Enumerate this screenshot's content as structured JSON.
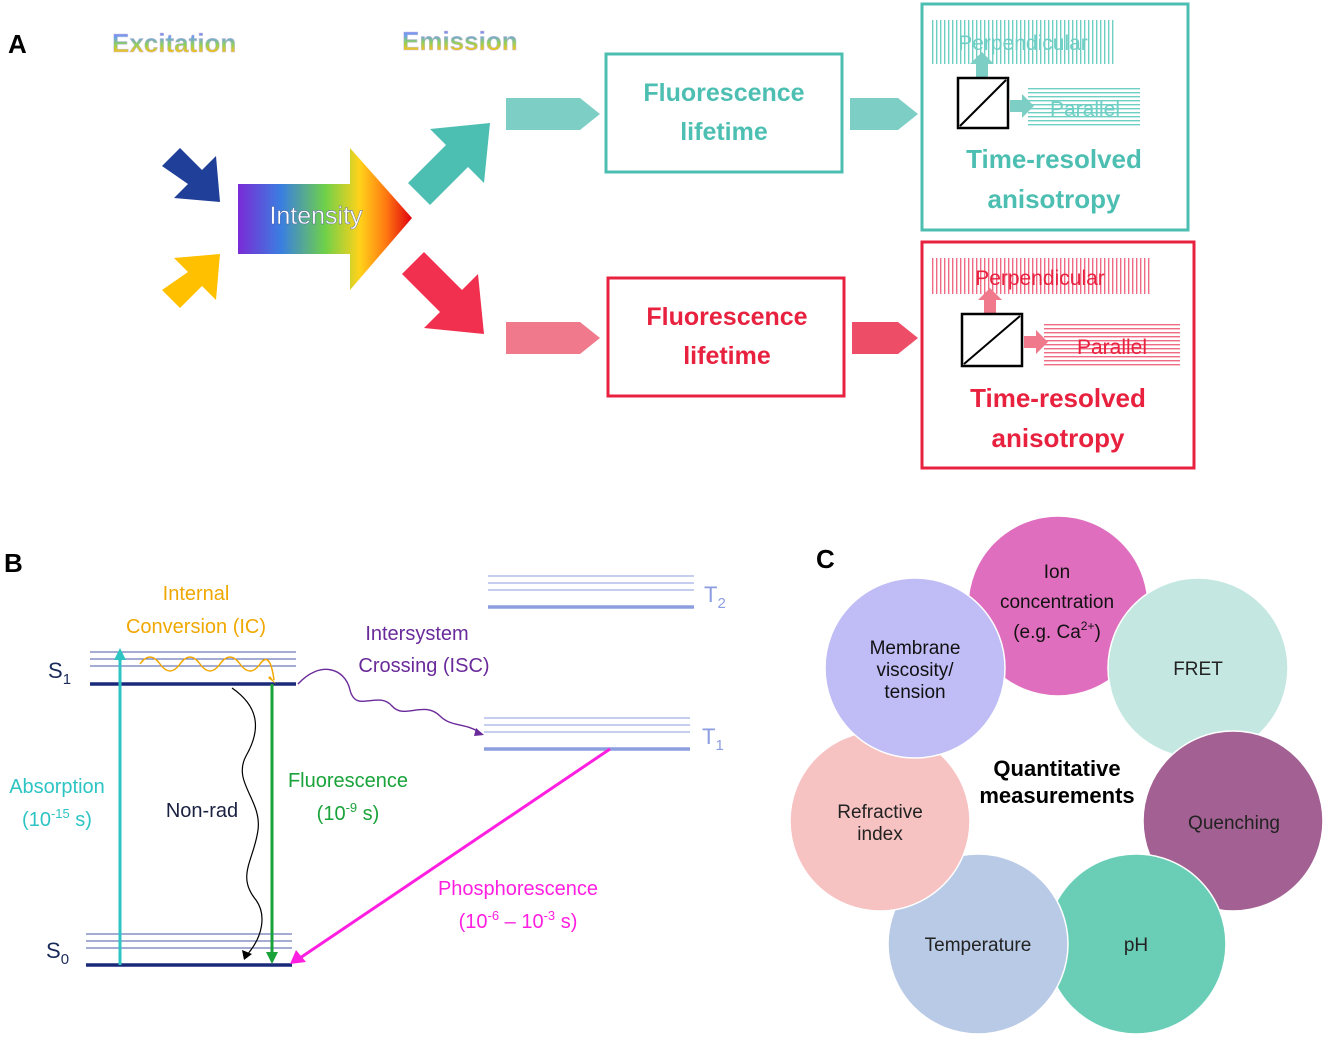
{
  "panel_a": {
    "label": "A",
    "excitation": "Excitation",
    "emission": "Emission",
    "intensity": "Intensity",
    "teal_box": {
      "line1": "Fluorescence",
      "line2": "lifetime"
    },
    "teal_aniso": {
      "perpendicular": "Perpendicular",
      "parallel": "Parallel",
      "line1": "Time-resolved",
      "line2": "anisotropy"
    },
    "red_box": {
      "line1": "Fluorescence",
      "line2": "lifetime"
    },
    "red_aniso": {
      "perpendicular": "Perpendicular",
      "parallel": "Parallel",
      "line1": "Time-resolved",
      "line2": "anisotropy"
    },
    "colors": {
      "teal": "#4dbfb2",
      "red": "#e8213f",
      "blue": "#1f3f98",
      "yellow": "#ffc000"
    }
  },
  "panel_b": {
    "label": "B",
    "s1": "S",
    "s1_sub": "1",
    "s0": "S",
    "s0_sub": "0",
    "t1": "T",
    "t1_sub": "1",
    "t2": "T",
    "t2_sub": "2",
    "ic_line1": "Internal",
    "ic_line2": "Conversion (IC)",
    "isc_line1": "Intersystem",
    "isc_line2": "Crossing (ISC)",
    "absorption": "Absorption",
    "absorption_time": {
      "pre": "(10",
      "exp": "-15",
      "post": " s)"
    },
    "nonrad": "Non-rad",
    "fluorescence": "Fluorescence",
    "fluorescence_time": {
      "pre": "(10",
      "exp": "-9",
      "post": " s)"
    },
    "phosphorescence": "Phosphorescence",
    "phosphorescence_time": {
      "pre": "(10",
      "exp1": "-6",
      "mid": " – 10",
      "exp2": "-3",
      "post": " s)"
    },
    "colors": {
      "absorption": "#2ec4c4",
      "fluorescence": "#1aa33a",
      "phosphorescence": "#ff1fe0",
      "ic": "#f0a800",
      "isc": "#6a2a9a",
      "levels": "#1a2a7a",
      "triplet": "#8c9ee0"
    }
  },
  "panel_c": {
    "label": "C",
    "center_line1": "Quantitative",
    "center_line2": "measurements",
    "ion_line1": "Ion",
    "ion_line2": "concentration",
    "ion_line3_pre": "(e.g. Ca",
    "ion_line3_sup": "2+",
    "ion_line3_post": ")",
    "fret": "FRET",
    "quenching": "Quenching",
    "ph": "pH",
    "temperature": "Temperature",
    "refractive_line1": "Refractive",
    "refractive_line2": "index",
    "membrane_line1": "Membrane",
    "membrane_line2": "viscosity/",
    "membrane_line3": "tension",
    "colors": {
      "ion": "#d94ab0",
      "fret": "#b6e2da",
      "quenching": "#9b4f86",
      "ph": "#45c2a6",
      "temperature": "#a8bde0",
      "refractive": "#f6c0c0",
      "membrane": "#b8b4f4"
    }
  }
}
